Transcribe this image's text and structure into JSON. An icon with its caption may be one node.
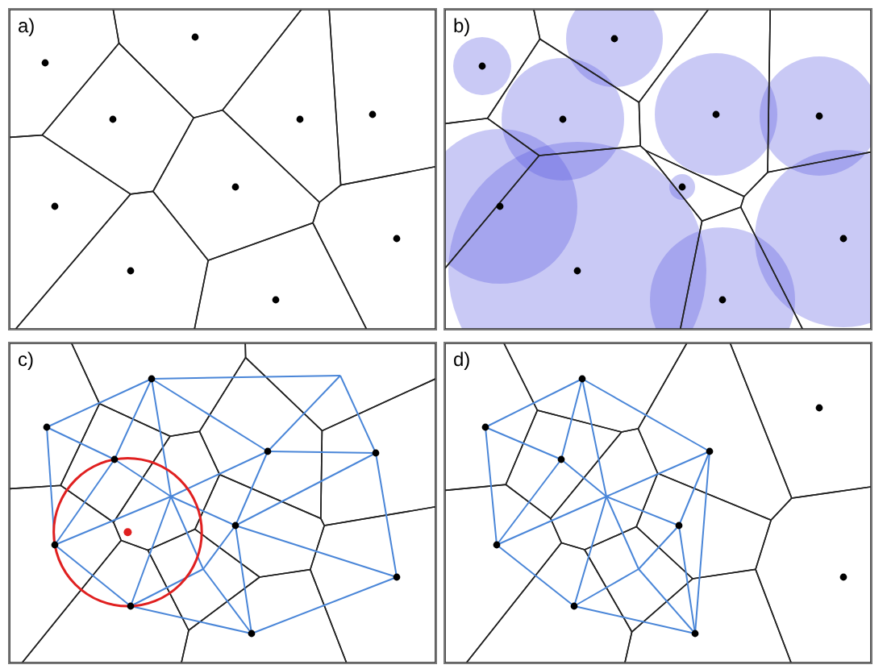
{
  "diagram": {
    "nodes": [
      {
        "text": [
          "a)"
        ]
      },
      {
        "text": [
          "b)"
        ]
      },
      {
        "text": [
          "c)"
        ]
      },
      {
        "text": [
          "d)"
        ]
      }
    ]
  }
}
